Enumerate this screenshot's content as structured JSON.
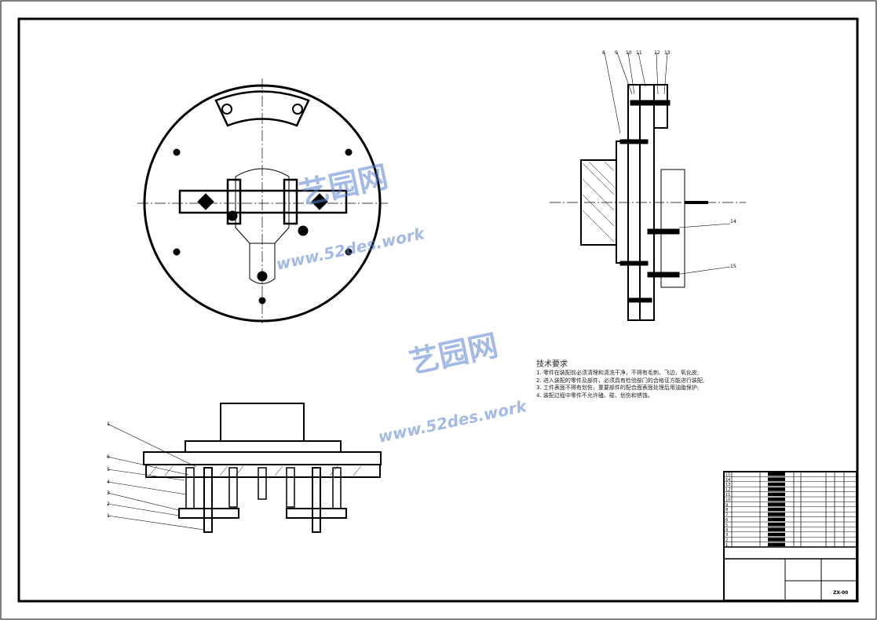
{
  "tech_requirements": {
    "title": "技术要求",
    "items": [
      "1. 零件在装配前必须清理和清洗干净，不得有毛刺、飞边、氧化皮;",
      "2. 进入装配的零件及部件，必须具有检验部门的合格证方能进行装配;",
      "3. 工件表面不得有划伤，重要部件的配合面表面处理后用油脂保护;",
      "4. 装配过程中零件不允许磕、碰、划伤和锈蚀。"
    ]
  },
  "watermark": {
    "brand": "艺园网",
    "url": "www.52des.work"
  },
  "side_view_labels": [
    "8",
    "9",
    "10",
    "11",
    "12",
    "13",
    "14",
    "15"
  ],
  "front_view_labels": [
    "1",
    "6",
    "5",
    "4",
    "3",
    "2",
    "1"
  ],
  "bom_numbers": [
    "15",
    "14",
    "13",
    "12",
    "11",
    "10",
    "9",
    "8",
    "7",
    "6",
    "5",
    "4",
    "3",
    "2",
    "1"
  ],
  "drawing_number": "ZX-00",
  "colors": {
    "line": "#000000",
    "watermark": "#5a82d2"
  }
}
